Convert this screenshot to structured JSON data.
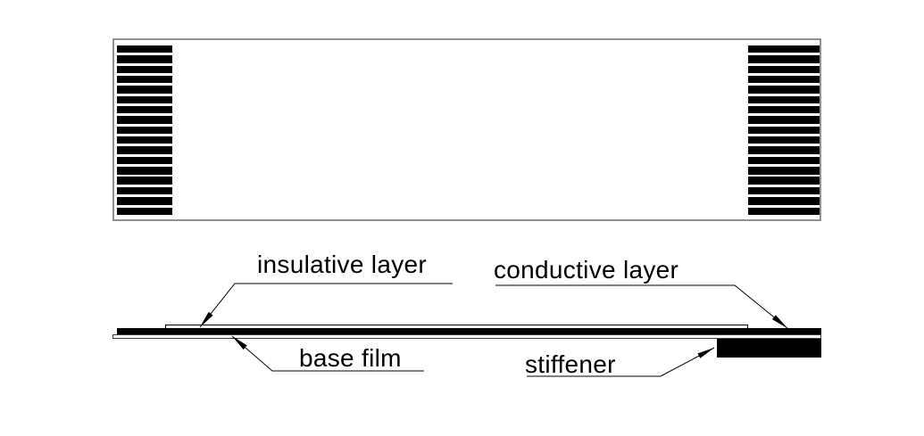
{
  "diagram": {
    "colors": {
      "ink": "#000000",
      "background": "#ffffff",
      "outline_gray": "#909090"
    },
    "top_view": {
      "contact_rows_per_side": 17,
      "sides": [
        "left",
        "right"
      ]
    },
    "labels": {
      "insulative": "insulative layer",
      "conductive": "conductive layer",
      "base_film": "base film",
      "stiffener": "stiffener"
    }
  }
}
